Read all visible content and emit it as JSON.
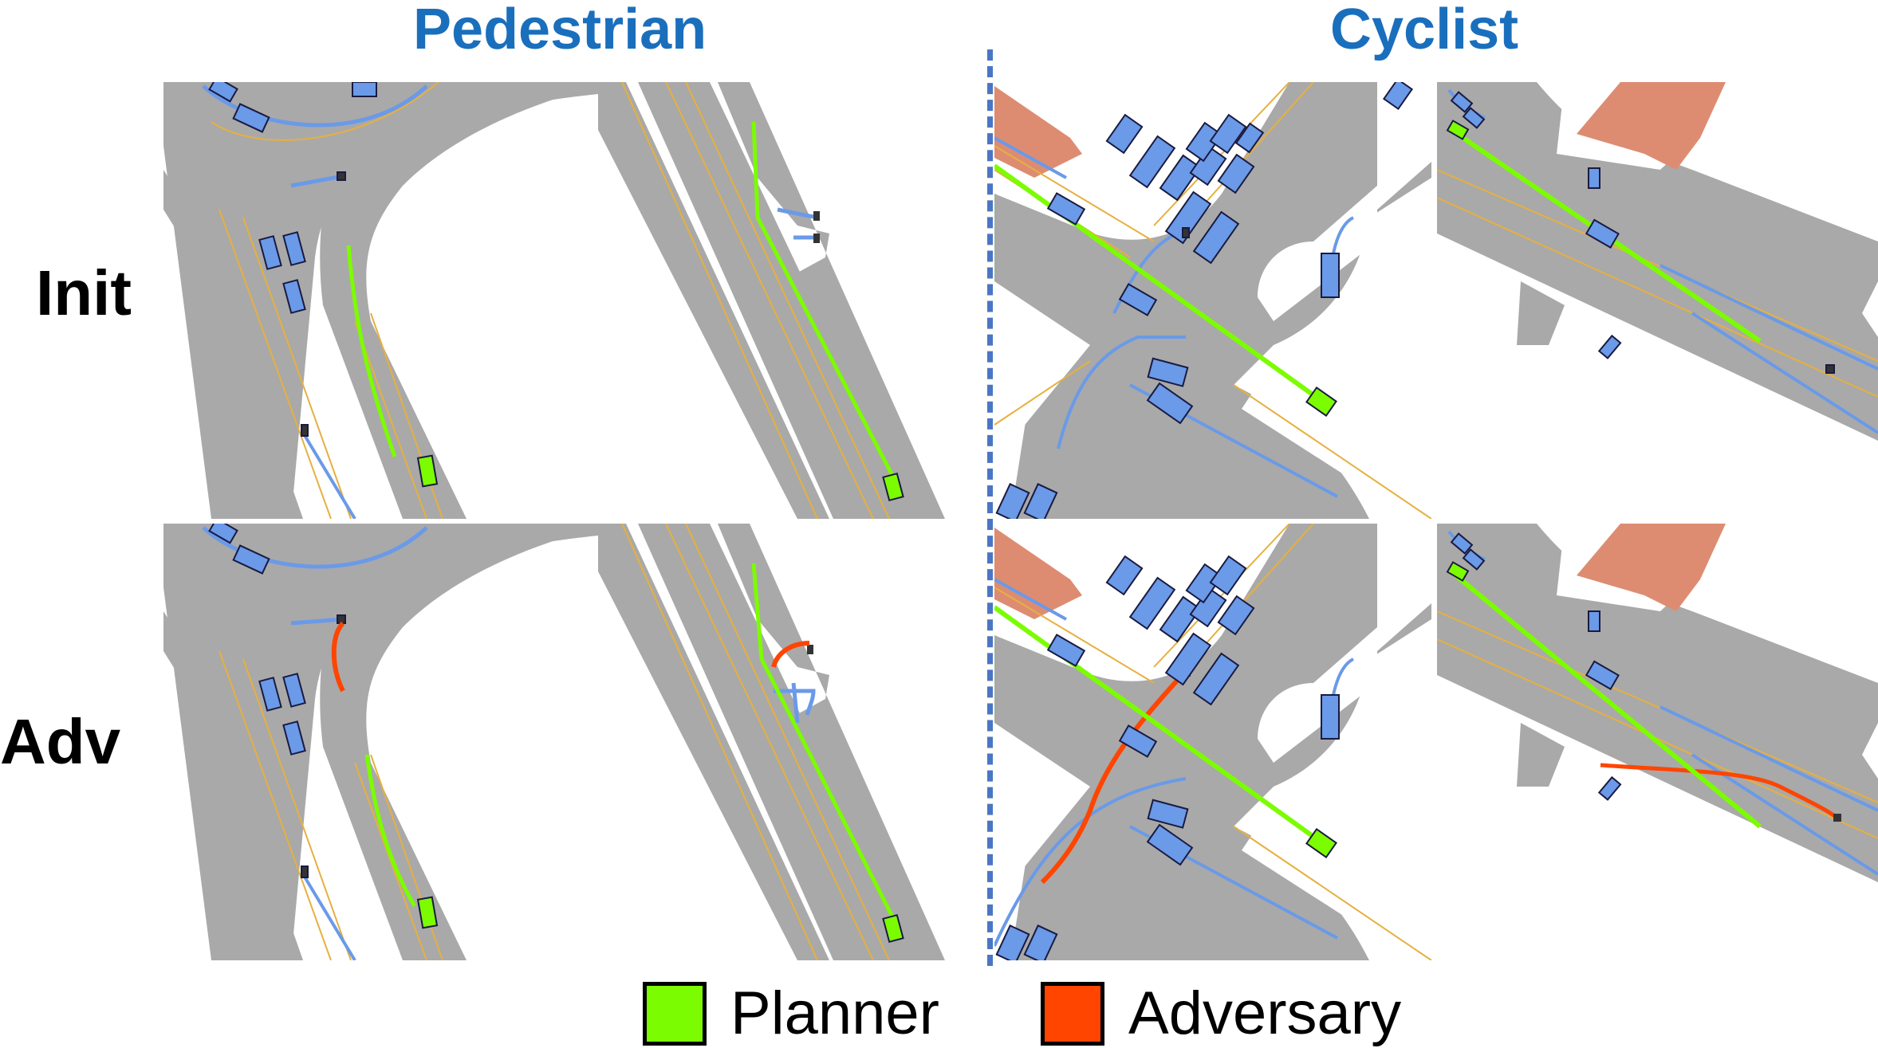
{
  "columns": {
    "pedestrian": "Pedestrian",
    "cyclist": "Cyclist"
  },
  "rows": {
    "init": "Init",
    "adv": "Adv"
  },
  "legend": [
    {
      "label": "Planner",
      "color": "#7cfc00"
    },
    {
      "label": "Adversary",
      "color": "#ff4500"
    }
  ],
  "colors": {
    "road": "#a9a9a9",
    "lane_line": "#e6b040",
    "vehicle": "#6a9ae8",
    "vehicle_edge": "#1a1a40",
    "trajectory_other": "#6a9ae8",
    "planner": "#7cfc00",
    "adversary": "#ff4500",
    "building": "#dd8c72",
    "divider": "#4a76c4",
    "title": "#1a6fbd"
  }
}
